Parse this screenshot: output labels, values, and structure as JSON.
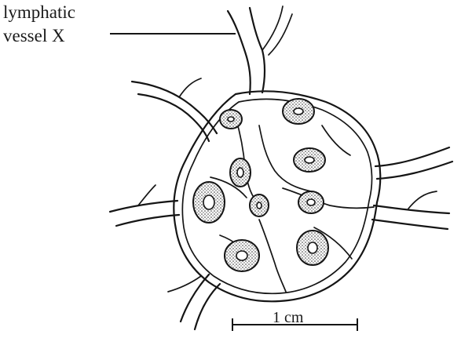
{
  "label": {
    "line1": "lymphatic",
    "line2": "vessel X"
  },
  "scale_bar": {
    "text": "1 cm"
  }
}
